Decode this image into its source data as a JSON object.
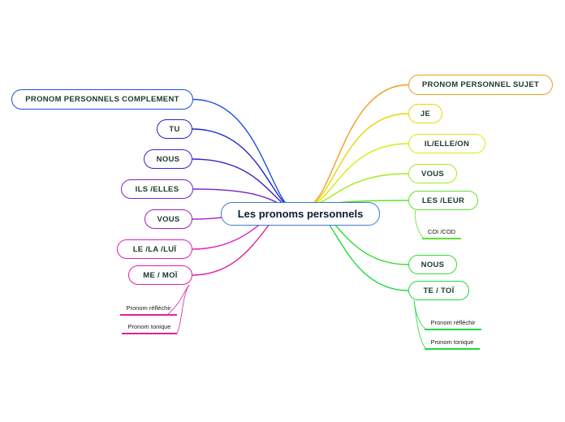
{
  "center": {
    "label": "Les pronoms personnels",
    "color": "#3a7bd5"
  },
  "left": [
    {
      "label": "PRONOM PERSONNELS COMPLEMENT",
      "color": "#1a4fe0"
    },
    {
      "label": "TU",
      "color": "#2222cc"
    },
    {
      "label": "NOUS",
      "color": "#3a22cc"
    },
    {
      "label": "ILS /ELLES",
      "color": "#7a22cc"
    },
    {
      "label": "VOUS",
      "color": "#a020c0"
    },
    {
      "label": "LE /LA /LUÏ",
      "color": "#e020c0"
    },
    {
      "label": "ME / MOÏ",
      "color": "#e0209a"
    }
  ],
  "right": [
    {
      "label": "PRONOM PERSONNEL SUJET",
      "color": "#f0a020"
    },
    {
      "label": "JE",
      "color": "#e8d800"
    },
    {
      "label": "IL/ELLE/ON",
      "color": "#d8ec10"
    },
    {
      "label": "VOUS",
      "color": "#a8e820"
    },
    {
      "label": "LES /LEUR",
      "color": "#60e030"
    },
    {
      "label": "NOUS",
      "color": "#30dd30"
    },
    {
      "label": "TE / TOÏ",
      "color": "#20d840"
    }
  ],
  "leaves": {
    "me_moi": [
      "Pronom réfléchir",
      "Pronom tonique"
    ],
    "les_leur": [
      "COI /COD"
    ],
    "te_toi": [
      "Pronom réfléchir",
      "Pronom tonique"
    ]
  }
}
